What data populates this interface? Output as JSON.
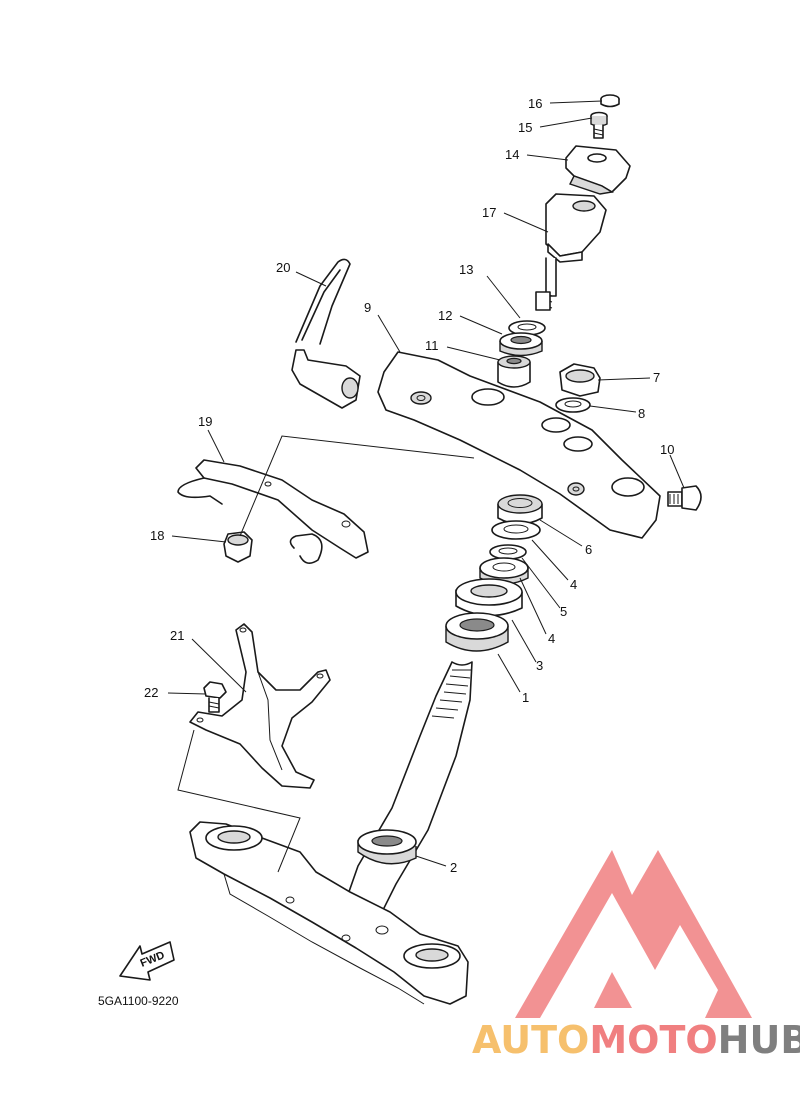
{
  "diagram": {
    "code": "5GA1100-9220",
    "fwd_label": "FWD",
    "callouts": [
      "1",
      "2",
      "3",
      "4",
      "4",
      "5",
      "6",
      "7",
      "8",
      "9",
      "10",
      "11",
      "12",
      "13",
      "14",
      "15",
      "16",
      "17",
      "18",
      "19",
      "20",
      "21",
      "22"
    ]
  },
  "watermark": {
    "part1": "AUTO",
    "part2": "MOTO",
    "part3": "HUB",
    "colors": {
      "triangle": "#f07f80",
      "auto": "#f6c06d",
      "moto": "#f07f80",
      "hub": "#7f7f7f"
    }
  }
}
